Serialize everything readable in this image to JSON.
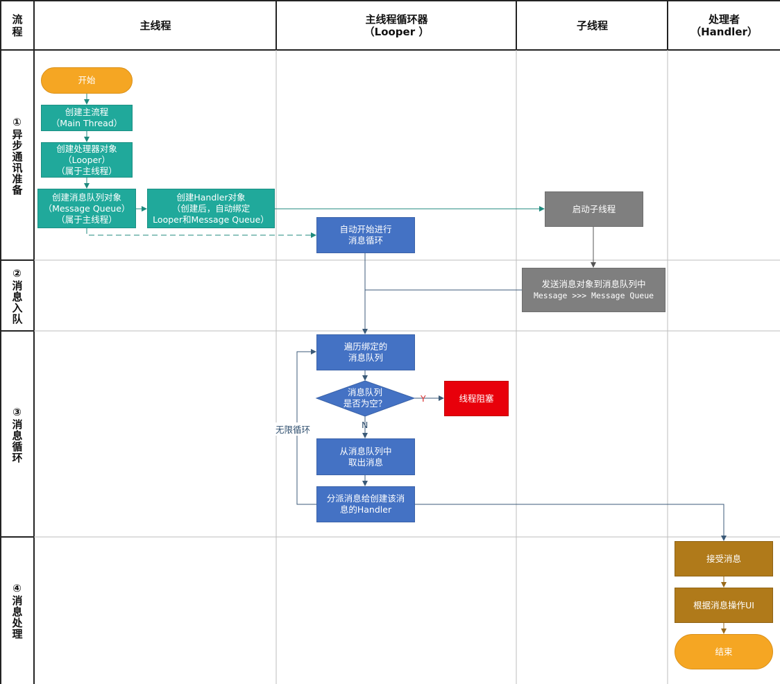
{
  "headers": {
    "flow": [
      "流",
      "程"
    ],
    "main_thread": "主线程",
    "looper": [
      "主线程循环器",
      "（Looper ）"
    ],
    "child_thread": "子线程",
    "handler": [
      "处理者",
      "（Handler）"
    ]
  },
  "phases": {
    "p1": "①异步通讯准备",
    "p2": "②消息入队",
    "p3": "③消息循环",
    "p4": "④消息处理"
  },
  "nodes": {
    "start": "开始",
    "create_main": [
      "创建主流程",
      "（Main Thread）"
    ],
    "create_looper": [
      "创建处理器对象",
      "（Looper）",
      "（属于主线程）"
    ],
    "create_queue": [
      "创建消息队列对象",
      "（Message Queue）",
      "（属于主线程）"
    ],
    "create_handler": [
      "创建Handler对象",
      "（创建后，自动绑定",
      "Looper和Message Queue）"
    ],
    "start_child": "启动子线程",
    "auto_loop": [
      "自动开始进行",
      "消息循环"
    ],
    "send_msg": [
      "发送消息对象到消息队列中",
      "Message >>> Message Queue"
    ],
    "traverse": [
      "遍历绑定的",
      "消息队列"
    ],
    "is_empty": [
      "消息队列",
      "是否为空？"
    ],
    "blocked": "线程阻塞",
    "take_msg": [
      "从消息队列中",
      "取出消息"
    ],
    "dispatch": [
      "分派消息给创建该消",
      "息的Handler"
    ],
    "receive": "接受消息",
    "update_ui": "根据消息操作UI",
    "end": "结束"
  },
  "labels": {
    "yes": "Y",
    "no": "N",
    "infinite_loop": "无限循环"
  },
  "colors": {
    "teal": "#20a99b",
    "blue": "#4472c4",
    "gray": "#7f7f7f",
    "red": "#e8000b",
    "brown": "#b07a1a",
    "orange": "#f5a623",
    "connector_teal": "#1f8a7e",
    "connector_blue": "#3b5a78",
    "connector_brown": "#9a6a1a"
  }
}
